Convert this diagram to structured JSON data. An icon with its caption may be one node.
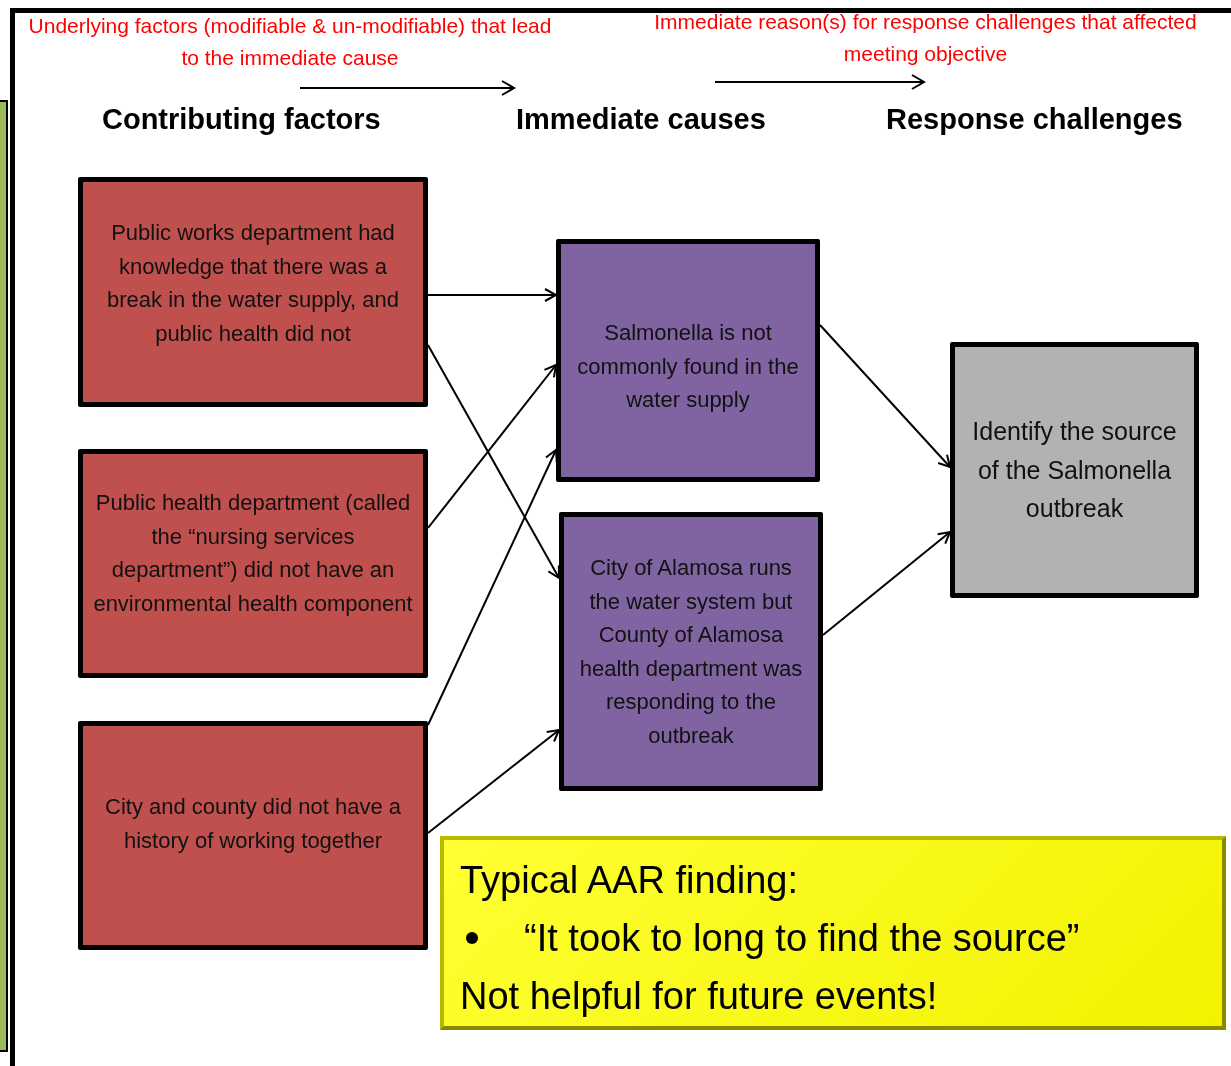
{
  "diagram": {
    "nodes": [
      {
        "text": [
          "Public works department had knowledge that there was a break in the water supply, and public health did not"
        ]
      },
      {
        "text": [
          "Public health department (called the “nursing services department”) did not have an environmental health component"
        ]
      },
      {
        "text": [
          "City and county did not have a history of working together"
        ]
      },
      {
        "text": [
          "Salmonella is not commonly found in the water supply"
        ]
      },
      {
        "text": [
          "City of Alamosa runs the water system but County of Alamosa health department was responding to the outbreak"
        ]
      },
      {
        "text": [
          "Identify the source of the Salmonella outbreak"
        ]
      },
      {
        "text": [
          "Typical AAR finding:",
          "“It took to long to find the source”",
          "Not helpful for future events!"
        ]
      }
    ],
    "edges": [
      {
        "from": 0,
        "to": 3,
        "arrow": "to"
      },
      {
        "from": 0,
        "to": 4,
        "arrow": "to"
      },
      {
        "from": 1,
        "to": 3,
        "arrow": "to"
      },
      {
        "from": 2,
        "to": 3,
        "arrow": "to"
      },
      {
        "from": 2,
        "to": 4,
        "arrow": "to"
      },
      {
        "from": 3,
        "to": 5,
        "arrow": "to"
      },
      {
        "from": 4,
        "to": 5,
        "arrow": "to"
      }
    ],
    "labels": [
      "Underlying factors (modifiable & un-modifiable) that lead to the immediate cause",
      "Immediate reason(s) for response challenges that affected meeting objective",
      "Contributing factors",
      "Immediate causes",
      "Response challenges"
    ]
  }
}
